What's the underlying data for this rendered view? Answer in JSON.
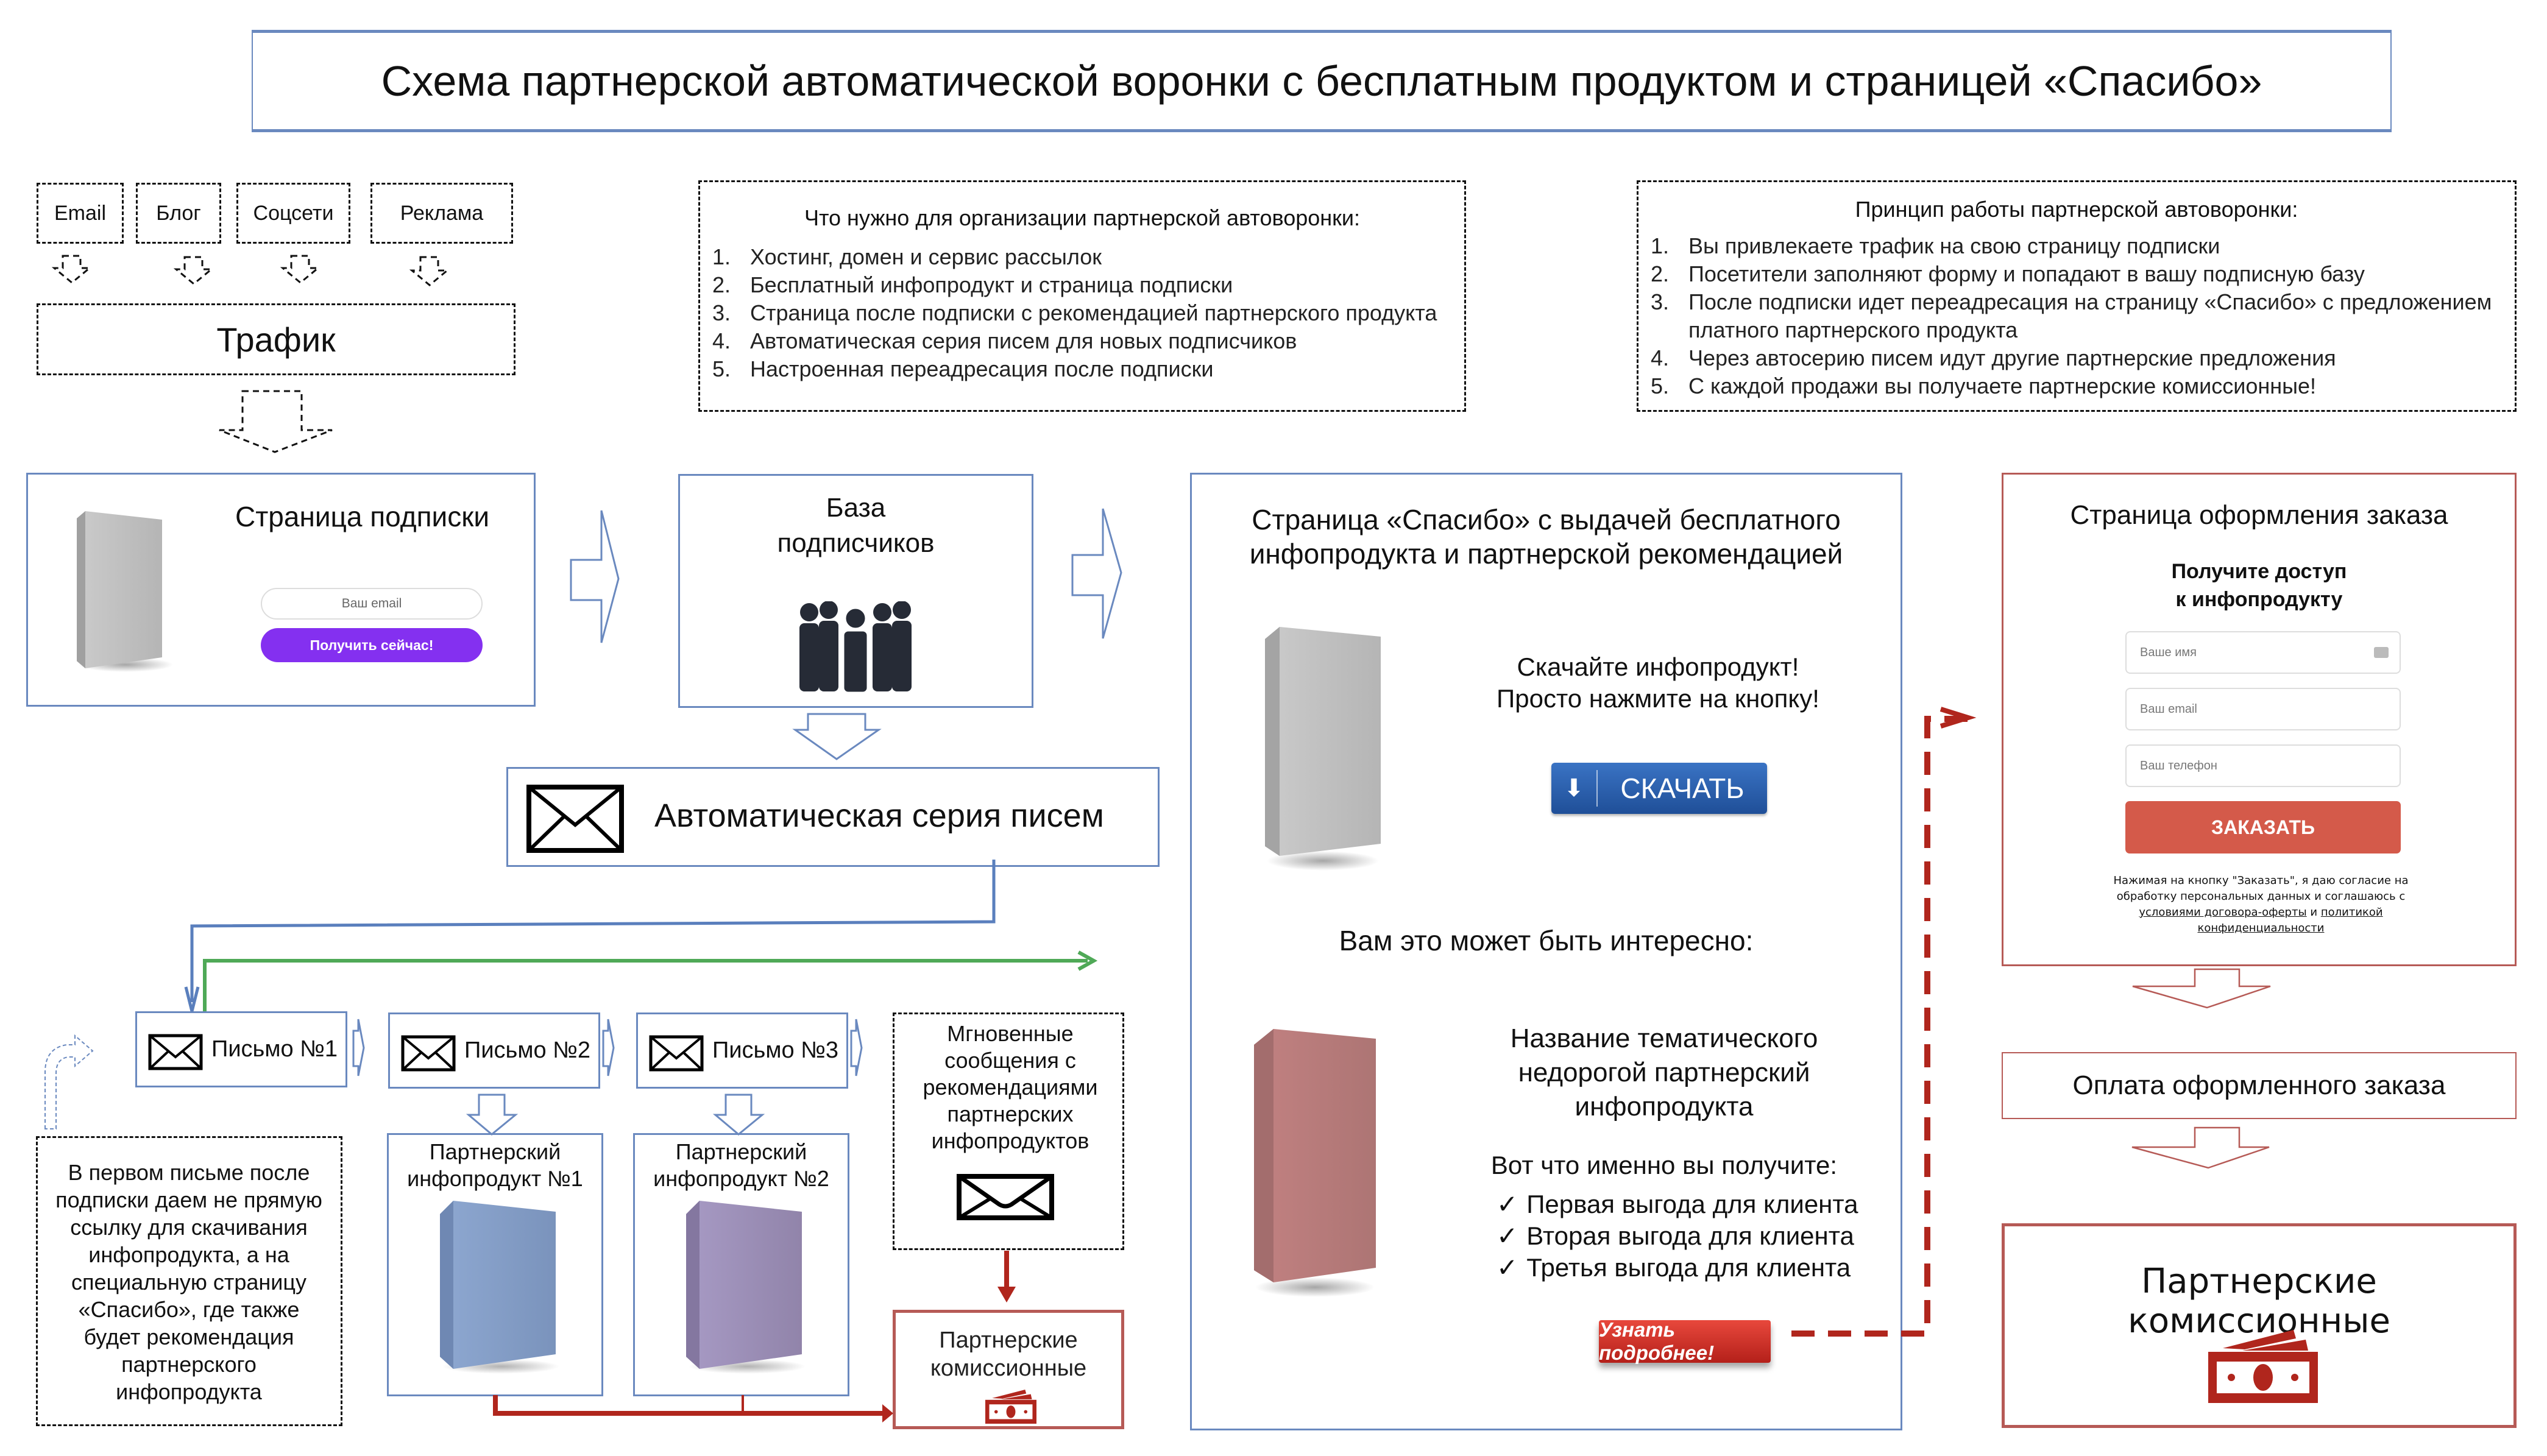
{
  "title": "Схема партнерской автоматической воронки с бесплатным продуктом и страницей «Спасибо»",
  "traffic": {
    "sources": [
      {
        "label": "Email"
      },
      {
        "label": "Блог"
      },
      {
        "label": "Соцсети"
      },
      {
        "label": "Реклама"
      }
    ],
    "label": "Трафик"
  },
  "requirements": {
    "heading": "Что нужно для организации партнерской автоворонки:",
    "items": [
      {
        "num": "1.",
        "text": "Хостинг, домен и сервис рассылок"
      },
      {
        "num": "2.",
        "text": "Бесплатный инфопродукт и страница подписки"
      },
      {
        "num": "3.",
        "text": "Страница после подписки с рекомендацией партнерского продукта"
      },
      {
        "num": "4.",
        "text": "Автоматическая серия писем для новых подписчиков"
      },
      {
        "num": "5.",
        "text": "Настроенная переадресация после подписки"
      }
    ]
  },
  "principle": {
    "heading": "Принцип работы партнерской автоворонки:",
    "items": [
      {
        "num": "1.",
        "text": "Вы привлекаете трафик на свою страницу подписки"
      },
      {
        "num": "2.",
        "text": "Посетители заполняют форму и попадают в вашу подписную базу"
      },
      {
        "num": "3.",
        "text": "После подписки идет переадресация на страницу «Спасибо» с предложением платного партнерского продукта"
      },
      {
        "num": "4.",
        "text": "Через автосерию писем идут другие партнерские предложения"
      },
      {
        "num": "5.",
        "text": "С каждой продажи вы получаете партнерские комиссионные!"
      }
    ]
  },
  "subscription_page": {
    "title": "Страница подписки",
    "email_placeholder": "Ваш email",
    "button_label": "Получить сейчас!"
  },
  "subscriber_base": {
    "title_line1": "База",
    "title_line2": "подписчиков"
  },
  "auto_series": {
    "label": "Автоматическая серия писем"
  },
  "letters": [
    {
      "label": "Письмо №1"
    },
    {
      "label": "Письмо №2"
    },
    {
      "label": "Письмо №3"
    }
  ],
  "note": {
    "text": "В первом письме после подписки даем не прямую ссылку для скачивания инфопродукта, а на специальную страницу «Спасибо», где также будет рекомендация партнерского инфопродукта"
  },
  "partner_products": [
    {
      "line1": "Партнерский",
      "line2": "инфопродукт №1",
      "color": "#7b95c0"
    },
    {
      "line1": "Партнерский",
      "line2": "инфопродукт №2",
      "color": "#9487ad"
    }
  ],
  "messenger": {
    "text": "Мгновенные сообщения с рекомендациями партнерских инфопродуктов"
  },
  "small_commissions": {
    "line1": "Партнерские",
    "line2": "комиссионные"
  },
  "thankyou_page": {
    "title_line1": "Страница «Спасибо» с выдачей бесплатного",
    "title_line2": "инфопродукта и партнерской рекомендацией",
    "download_line1": "Скачайте инфопродукт!",
    "download_line2": "Просто нажмите на кнопку!",
    "download_button": "СКАЧАТЬ",
    "interesting": "Вам это может быть интересно:",
    "offer_title_line1": "Название тематического",
    "offer_title_line2": "недорогой партнерский",
    "offer_title_line3": "инфопродукта",
    "benefits_heading": "Вот что именно вы получите:",
    "benefits": [
      {
        "text": "Первая выгода для клиента"
      },
      {
        "text": "Вторая выгода для клиента"
      },
      {
        "text": "Третья выгода для клиента"
      }
    ],
    "check_mark": "✓",
    "more_button": "Узнать подробнее!"
  },
  "order_page": {
    "title": "Страница оформления заказа",
    "heading_line1": "Получите доступ",
    "heading_line2": "к инфопродукту",
    "name_placeholder": "Ваше имя",
    "email_placeholder": "Ваш email",
    "phone_placeholder": "Ваш телефон",
    "order_button": "ЗАКАЗАТЬ",
    "legal_line1": "Нажимая на кнопку \"Заказать\", я даю согласие на",
    "legal_line2": "обработку персональных данных и соглашаюсь с",
    "legal_link1": "условиями договора-оферты",
    "legal_and": "и",
    "legal_link2": "политикой",
    "legal_link2b": "конфиденциальности"
  },
  "payment": {
    "label": "Оплата оформленного заказа"
  },
  "big_commissions": {
    "label": "Партнерские комиссионные"
  },
  "colors": {
    "blue_border": "#6a89bf",
    "red_border": "#b65a56",
    "dark_red": "#b0261d",
    "green_line": "#4fa957",
    "purple_button": "#8430f0",
    "order_button": "#d45a4a"
  }
}
